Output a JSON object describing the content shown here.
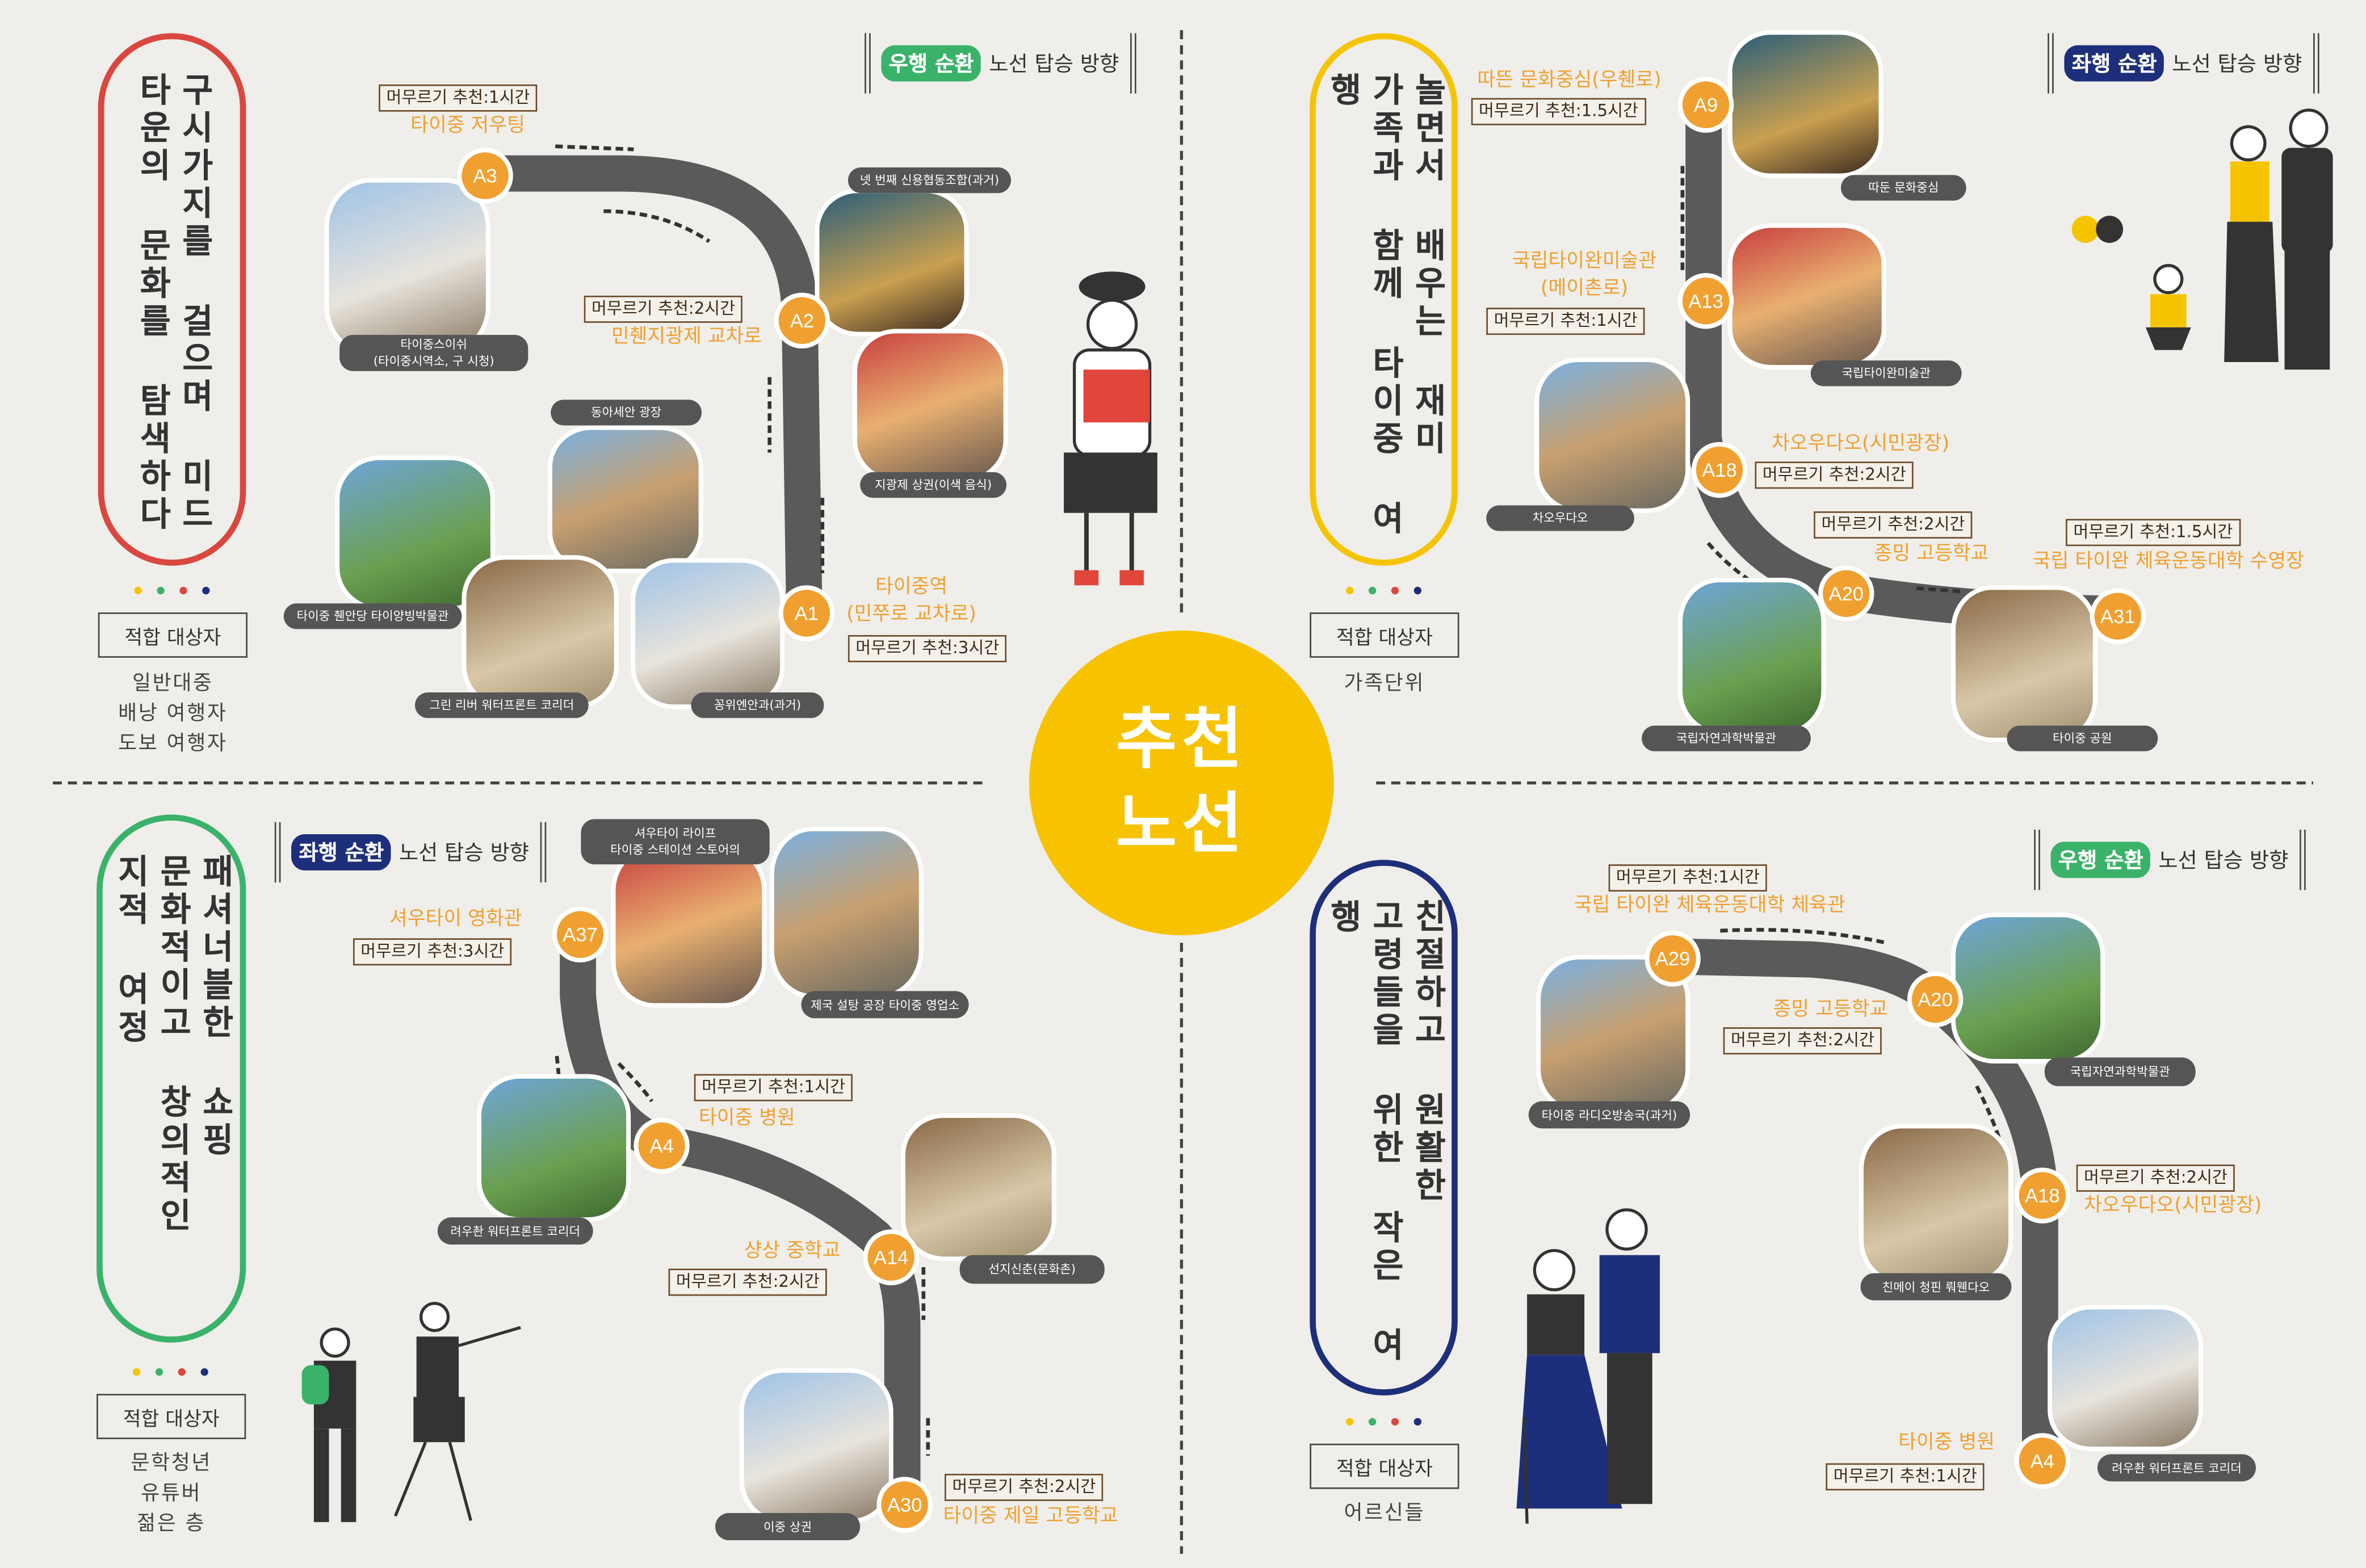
{
  "center": {
    "lines": [
      "추천",
      "노선"
    ],
    "color": "#f7c300"
  },
  "colors": {
    "stop": "#f0a030",
    "road": "#5a5a5a",
    "background": "#efeeea"
  },
  "quadrants": [
    {
      "title_lines": [
        "구시가지를 걸으며 미드",
        "타운의 문화를 탐색하다"
      ],
      "accent": "#d9473f",
      "audience_label": "적합 대상자",
      "audience": [
        "일반대중",
        "배낭 여행자",
        "도보 여행자"
      ],
      "direction": {
        "pill": "우행 순환",
        "pill_color": "#3bb26a",
        "text": "노선 탑승 방향"
      },
      "stops": [
        {
          "code": "A3",
          "name": [
            "타이중 저우팅"
          ],
          "stay": "머무르기 추천:1시간"
        },
        {
          "code": "A2",
          "name": [
            "민췐지광제 교차로"
          ],
          "stay": "머무르기 추천:2시간"
        },
        {
          "code": "A1",
          "name": [
            "타이중역",
            "(민쭈로 교차로)"
          ],
          "stay": "머무르기 추천:3시간"
        }
      ],
      "photos": [
        {
          "caption": [
            "타이중스이쉬",
            "(타이중시역소, 구 시청)"
          ]
        },
        {
          "caption": [
            "넷 번째 신용협동조합(과거)"
          ]
        },
        {
          "caption": [
            "지광제 상권(이색 음식)"
          ]
        },
        {
          "caption": [
            "동아세안 광장"
          ]
        },
        {
          "caption": [
            "타이중 췐안당 타이양빙박물관"
          ]
        },
        {
          "caption": [
            "그린 리버 워터프론트 코리더"
          ]
        },
        {
          "caption": [
            "꽁위엔안과(과거)"
          ]
        }
      ]
    },
    {
      "title_lines": [
        "놀면서 배우는 재미",
        "가족과 함께 타이중 여행"
      ],
      "accent": "#f5c400",
      "audience_label": "적합 대상자",
      "audience": [
        "가족단위"
      ],
      "direction": {
        "pill": "좌행 순환",
        "pill_color": "#1d2f7a",
        "text": "노선 탑승 방향"
      },
      "stops": [
        {
          "code": "A9",
          "name": [
            "따뜬 문화중심(우췐로)"
          ],
          "stay": "머무르기 추천:1.5시간"
        },
        {
          "code": "A13",
          "name": [
            "국립타이완미술관",
            "(메이촌로)"
          ],
          "stay": "머무르기 추천:1시간"
        },
        {
          "code": "A18",
          "name": [
            "차오우다오(시민광장)"
          ],
          "stay": "머무르기 추천:2시간"
        },
        {
          "code": "A20",
          "name": [
            "종밍 고등학교"
          ],
          "stay": "머무르기 추천:2시간"
        },
        {
          "code": "A31",
          "name": [
            "국립 타이완 체육운동대학 수영장"
          ],
          "stay": "머무르기 추천:1.5시간"
        }
      ],
      "photos": [
        {
          "caption": [
            "따둔 문화중심"
          ]
        },
        {
          "caption": [
            "국립타이완미술관"
          ]
        },
        {
          "caption": [
            "차오우다오"
          ]
        },
        {
          "caption": [
            "국립자연과학박물관"
          ]
        },
        {
          "caption": [
            "타이중 공원"
          ]
        }
      ]
    },
    {
      "title_lines": [
        "패셔너블한 쇼핑",
        "문화적이고 창의적인",
        "지적 여정"
      ],
      "accent": "#3bb26a",
      "audience_label": "적합 대상자",
      "audience": [
        "문학청년",
        "유튜버",
        "젊은 층"
      ],
      "direction": {
        "pill": "좌행 순환",
        "pill_color": "#1d2f7a",
        "text": "노선 탑승 방향"
      },
      "stops": [
        {
          "code": "A37",
          "name": [
            "셔우타이 영화관"
          ],
          "stay": "머무르기 추천:3시간"
        },
        {
          "code": "A4",
          "name": [
            "타이중 병원"
          ],
          "stay": "머무르기 추천:1시간"
        },
        {
          "code": "A14",
          "name": [
            "샹상 중학교"
          ],
          "stay": "머무르기 추천:2시간"
        },
        {
          "code": "A30",
          "name": [
            "타이중 제일 고등학교"
          ],
          "stay": "머무르기 추천:2시간"
        }
      ],
      "photos": [
        {
          "caption": [
            "셔우타이 라이프",
            "타이중 스테이션 스토어의"
          ]
        },
        {
          "caption": [
            "제국 설탕 공장 타이중 영업소"
          ]
        },
        {
          "caption": [
            "려우촨 워터프론트 코리더"
          ]
        },
        {
          "caption": [
            "선지신춘(문화촌)"
          ]
        },
        {
          "caption": [
            "이중 상권"
          ]
        }
      ]
    },
    {
      "title_lines": [
        "친절하고 원활한",
        "고령들을 위한 작은 여행"
      ],
      "accent": "#1d2f7a",
      "audience_label": "적합 대상자",
      "audience": [
        "어르신들"
      ],
      "direction": {
        "pill": "우행 순환",
        "pill_color": "#3bb26a",
        "text": "노선 탑승 방향"
      },
      "stops": [
        {
          "code": "A29",
          "name": [
            "국립 타이완 체육운동대학 체육관"
          ],
          "stay": "머무르기 추천:1시간"
        },
        {
          "code": "A20",
          "name": [
            "종밍 고등학교"
          ],
          "stay": "머무르기 추천:2시간"
        },
        {
          "code": "A18",
          "name": [
            "차오우다오(시민광장)"
          ],
          "stay": "머무르기 추천:2시간"
        },
        {
          "code": "A4",
          "name": [
            "타이중 병원"
          ],
          "stay": "머무르기 추천:1시간"
        }
      ],
      "photos": [
        {
          "caption": [
            "타이중 라디오방송국(과거)"
          ]
        },
        {
          "caption": [
            "국립자연과학박물관"
          ]
        },
        {
          "caption": [
            "친메이 청핀 뤄웬다오"
          ]
        },
        {
          "caption": [
            "려우촨 워터프론트 코리더"
          ]
        }
      ]
    }
  ]
}
